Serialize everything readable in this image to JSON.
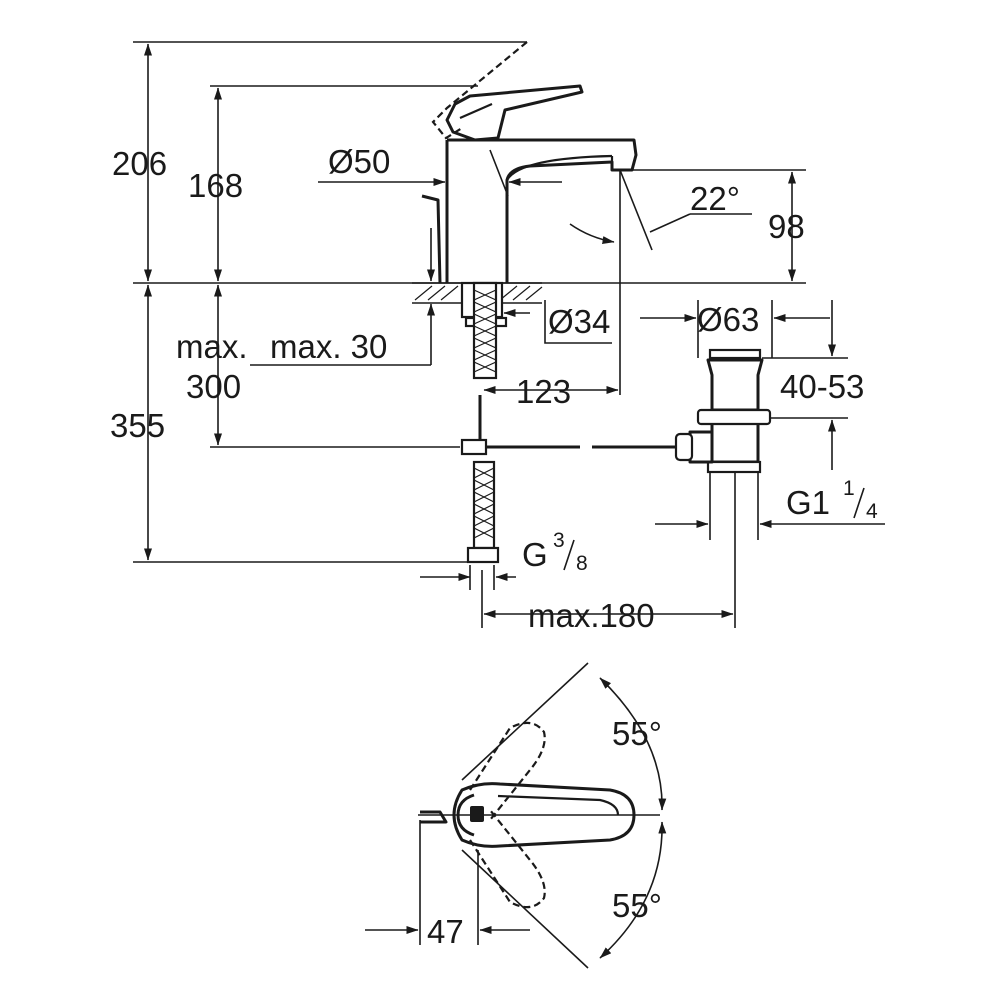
{
  "dimensions": {
    "total_height": "206",
    "spout_height": "168",
    "body_diameter": "Ø50",
    "spout_angle": "22°",
    "spout_clearance": "98",
    "shank_diameter": "Ø34",
    "max_deck_prefix": "max.",
    "max_deck": "max. 30",
    "max_hose_height": "300",
    "spout_reach": "123",
    "below_deck_height": "355",
    "waste_cap_diameter": "Ø63",
    "waste_length": "40-53",
    "waste_thread_main": "G1",
    "waste_thread_num": "1",
    "waste_thread_den": "4",
    "hose_thread_main": "G",
    "hose_thread_num": "3",
    "hose_thread_den": "8",
    "max_waste_distance": "max.180",
    "lever_rotation_up": "55°",
    "lever_rotation_down": "55°",
    "lever_offset": "47"
  }
}
